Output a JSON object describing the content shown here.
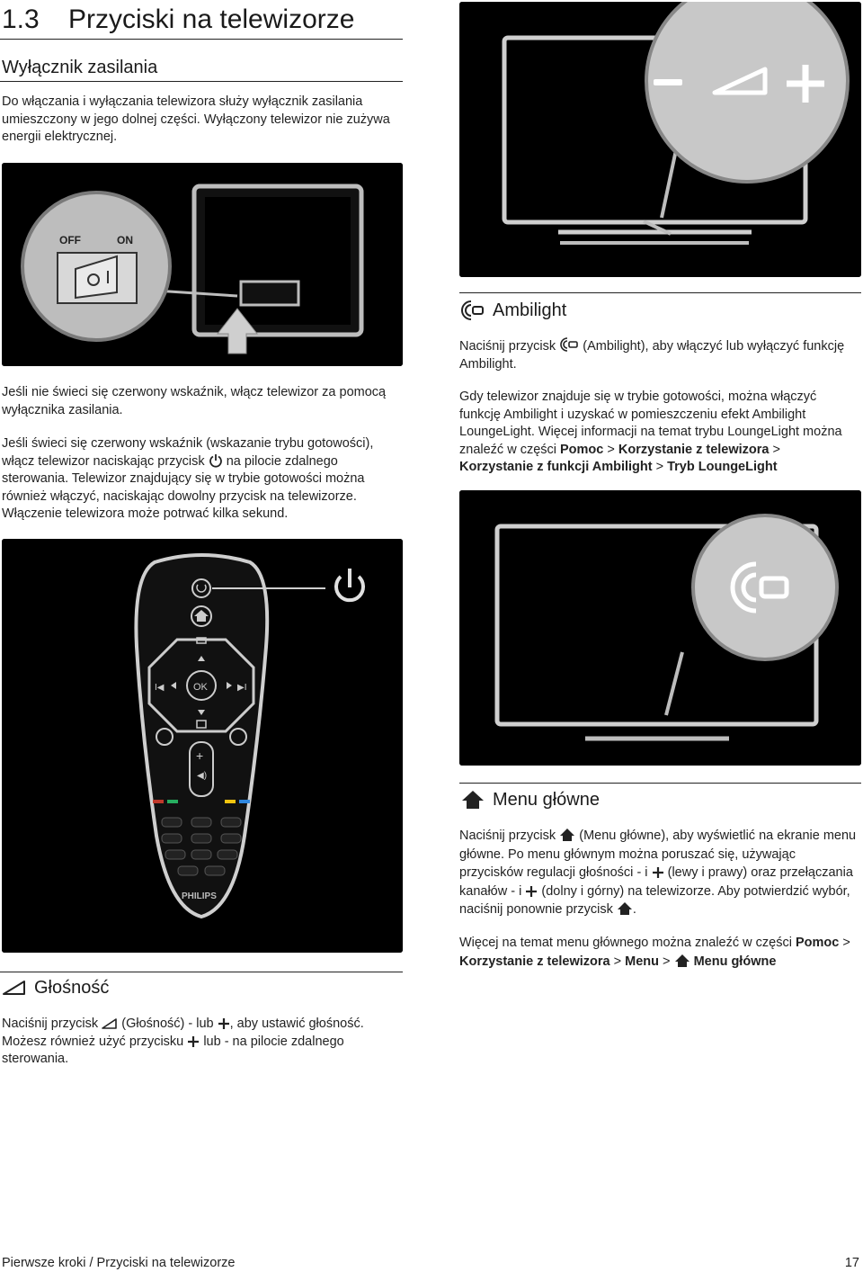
{
  "page": {
    "section_number": "1.3",
    "section_title": "Przyciski na telewizorze",
    "footer_breadcrumb": "Pierwsze kroki / Przyciski na telewizorze",
    "page_number": "17"
  },
  "power": {
    "heading": "Wyłącznik zasilania",
    "intro": "Do włączania i wyłączania telewizora służy wyłącznik zasilania umieszczony w jego dolnej części. Wyłączony telewizor nie zużywa energii elektrycznej.",
    "image_labels": {
      "off": "OFF",
      "on": "ON"
    },
    "para1": "Jeśli nie świeci się czerwony wskaźnik, włącz telewizor za pomocą wyłącznika zasilania.",
    "para2_a": "Jeśli świeci się czerwony wskaźnik (wskazanie trybu gotowości), włącz telewizor naciskając przycisk",
    "para2_b": "na pilocie zdalnego sterowania. Telewizor znajdujący się w trybie gotowości można również włączyć, naciskając dowolny przycisk na telewizorze. Włączenie telewizora może potrwać kilka sekund."
  },
  "remote": {
    "brand": "PHILIPS",
    "ok": "OK"
  },
  "volume": {
    "heading": "Głośność",
    "t1": "Naciśnij przycisk",
    "t2": "(Głośność)",
    "t3": "- lub",
    "t4": ", aby ustawić głośność. Możesz również użyć przycisku",
    "t5": "lub",
    "t6": "- na pilocie zdalnego sterowania."
  },
  "ambilight": {
    "heading": "Ambilight",
    "p1_a": "Naciśnij przycisk",
    "p1_b": "(Ambilight), aby włączyć lub wyłączyć funkcję Ambilight.",
    "p2_a": "Gdy telewizor znajduje się w trybie gotowości, można włączyć funkcję Ambilight i uzyskać w pomieszczeniu efekt Ambilight LoungeLight. Więcej informacji na temat trybu LoungeLight można znaleźć w części",
    "p2_pomoc": "Pomoc",
    "p2_korz": "Korzystanie z telewizora",
    "p2_korz_amb": "Korzystanie z funkcji Ambilight",
    "p2_tryb": "Tryb LoungeLight",
    "sep": ">"
  },
  "menu": {
    "heading": "Menu główne",
    "p1_a": "Naciśnij przycisk",
    "p1_b": "(Menu główne), aby wyświetlić na ekranie menu główne. Po menu głównym można poruszać się, używając przycisków regulacji głośności",
    "p1_c": "- i",
    "p1_d": "(lewy i prawy) oraz przełączania kanałów",
    "p1_e": "- i",
    "p1_f": "(dolny i górny) na telewizorze. Aby potwierdzić wybór, naciśnij ponownie przycisk",
    "p1_g": ".",
    "p2_a": "Więcej na temat menu głównego można znaleźć w części",
    "p2_pomoc": "Pomoc",
    "p2_korz": "Korzystanie z telewizora",
    "p2_menu": "Menu",
    "p2_menu_glowne": "Menu główne",
    "sep": ">"
  }
}
